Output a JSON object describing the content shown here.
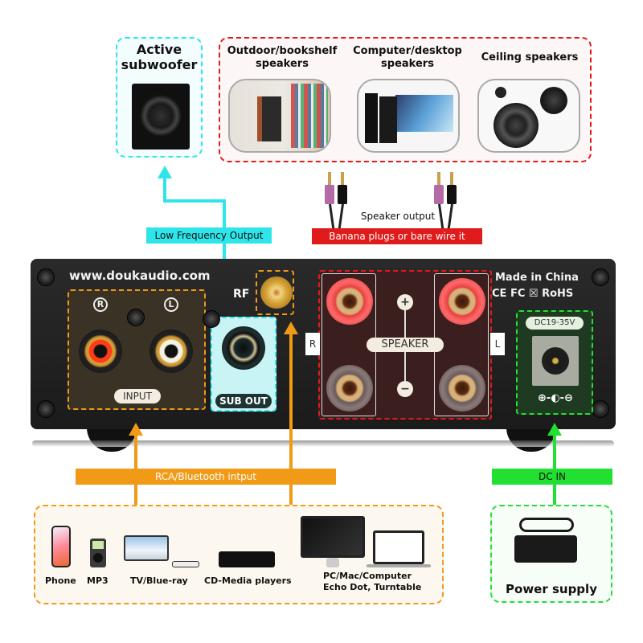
{
  "top": {
    "subwoofer": {
      "title_line1": "Active",
      "title_line2": "subwoofer"
    },
    "speakers": [
      {
        "line1": "Outdoor/bookshelf",
        "line2": "speakers"
      },
      {
        "line1": "Computer/desktop",
        "line2": "speakers"
      },
      {
        "line1": "Ceiling speakers",
        "line2": ""
      }
    ]
  },
  "labels": {
    "low_freq": "Low Frequency Output",
    "speaker_output": "Speaker output",
    "banana": "Banana plugs or bare wire it",
    "rca_bt": "RCA/Bluetooth intput",
    "dc_in": "DC IN"
  },
  "amp": {
    "website": "www.doukaudio.com",
    "rf": "RF",
    "input_label": "INPUT",
    "input_r": "R",
    "input_l": "L",
    "sub_out": "SUB OUT",
    "speaker_label": "SPEAKER",
    "plus": "+",
    "minus": "−",
    "side_r": "R",
    "side_l": "L",
    "made_in": "Made in China",
    "certs": "CE FC ☒ RoHS",
    "dc_rating": "DC19-35V",
    "polarity": "⊕-◐-⊖"
  },
  "sources": [
    {
      "label": "Phone"
    },
    {
      "label": "MP3"
    },
    {
      "label": "TV/Blue-ray"
    },
    {
      "label": "CD-Media players"
    },
    {
      "label_line1": "PC/Mac/Computer",
      "label_line2": "Echo Dot, Turntable"
    }
  ],
  "power": {
    "label": "Power supply"
  },
  "colors": {
    "cyan": "#2ee6ea",
    "red": "#e01b1b",
    "orange": "#f09a16",
    "green": "#22e032"
  }
}
